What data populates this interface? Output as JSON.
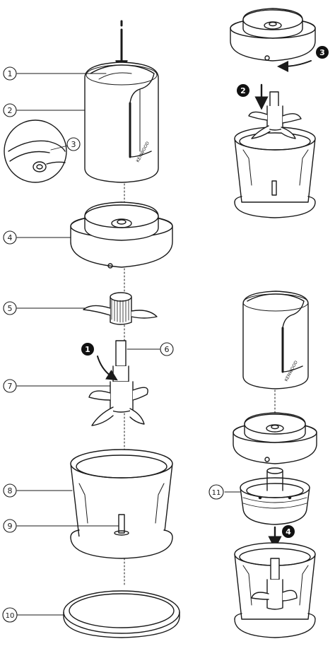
{
  "diagram": {
    "callouts": [
      {
        "id": "c1",
        "label": "1"
      },
      {
        "id": "c2",
        "label": "2"
      },
      {
        "id": "c3",
        "label": "3"
      },
      {
        "id": "c4",
        "label": "4"
      },
      {
        "id": "c5",
        "label": "5"
      },
      {
        "id": "c6",
        "label": "6"
      },
      {
        "id": "c7",
        "label": "7"
      },
      {
        "id": "c8",
        "label": "8"
      },
      {
        "id": "c9",
        "label": "9"
      },
      {
        "id": "c10",
        "label": "10"
      },
      {
        "id": "c11",
        "label": "11"
      }
    ],
    "steps": [
      {
        "id": "s1",
        "label": "1"
      },
      {
        "id": "s2",
        "label": "2"
      },
      {
        "id": "s3",
        "label": "3"
      },
      {
        "id": "s4",
        "label": "4"
      }
    ],
    "brand": "KENWOOD",
    "colors": {
      "line": "#1a1a1a",
      "fill": "#ffffff",
      "shade": "#dcdcdc",
      "badge": "#111111"
    }
  }
}
